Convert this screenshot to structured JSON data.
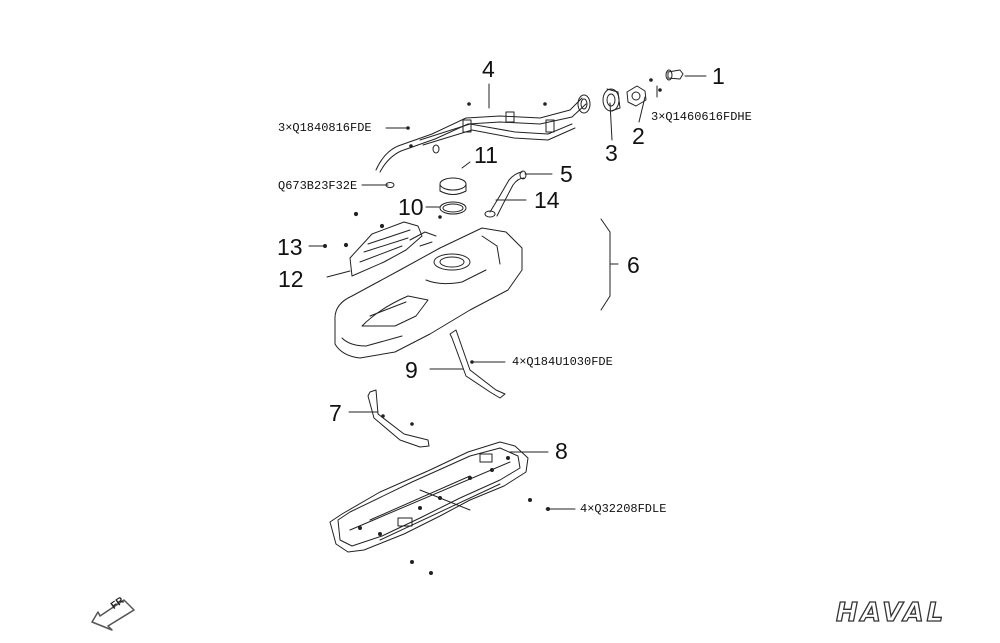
{
  "callouts": [
    "1",
    "2",
    "3",
    "4",
    "5",
    "6",
    "7",
    "8",
    "9",
    "10",
    "11",
    "12",
    "13",
    "14"
  ],
  "part_codes": {
    "p1": "3×Q1460616FDHE",
    "p2": "3×Q1840816FDE",
    "p3": "Q673B23F32E",
    "p4": "4×Q184U1030FDE",
    "p5": "4×Q32208FDLE"
  },
  "direction_label": "FR",
  "brand": "HAVAL"
}
